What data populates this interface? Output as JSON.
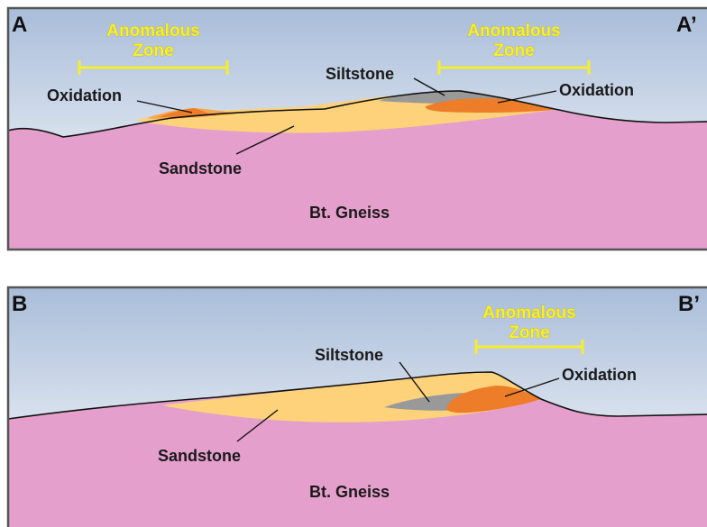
{
  "sections": [
    {
      "id": "A",
      "corner_left": "A",
      "corner_right": "A’",
      "anomalous_zones": [
        {
          "line1": "Anomalous",
          "line2": "Zone"
        },
        {
          "line1": "Anomalous",
          "line2": "Zone"
        }
      ],
      "labels": {
        "oxidation_left": "Oxidation",
        "siltstone": "Siltstone",
        "oxidation_right": "Oxidation",
        "sandstone": "Sandstone",
        "bedrock": "Bt. Gneiss"
      }
    },
    {
      "id": "B",
      "corner_left": "B",
      "corner_right": "B’",
      "anomalous_zones": [
        {
          "line1": "Anomalous",
          "line2": "Zone"
        }
      ],
      "labels": {
        "siltstone": "Siltstone",
        "oxidation": "Oxidation",
        "sandstone": "Sandstone",
        "bedrock": "Bt. Gneiss"
      }
    }
  ],
  "colors": {
    "sky_top": "#a9bdd9",
    "sky_bottom": "#ffffff",
    "gneiss": "#e59fcc",
    "sandstone": "#fdd27a",
    "siltstone": "#999999",
    "oxidation": "#ed7d28",
    "oxidation_light": "#f8a64a",
    "anomalous": "#f5ee2f",
    "frame": "#555555"
  }
}
